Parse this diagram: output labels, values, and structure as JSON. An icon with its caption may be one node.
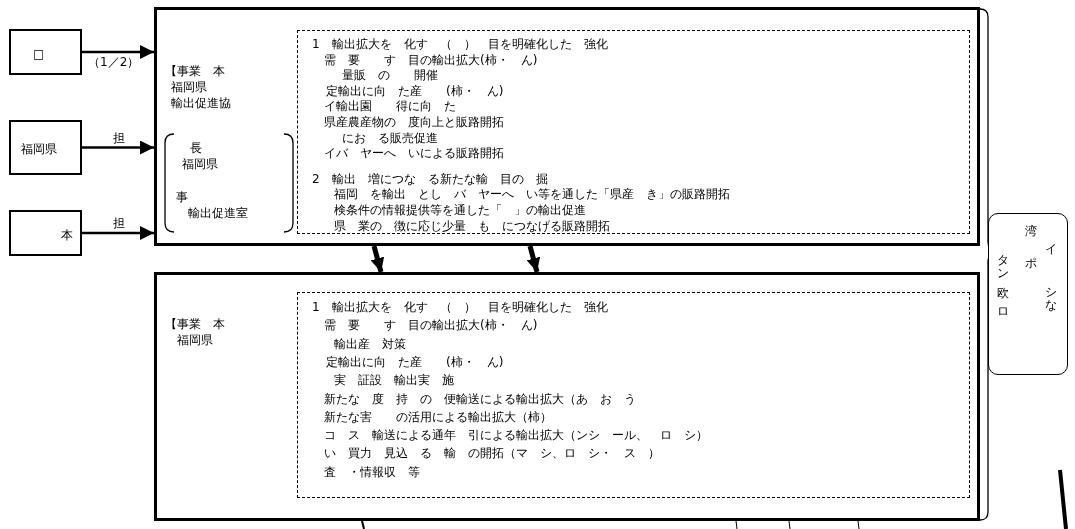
{
  "diagram": {
    "nodes": [
      {
        "text": [
          "□"
        ]
      },
      {
        "text": [
          "福岡県"
        ]
      },
      {
        "text": [
          "本"
        ]
      },
      {
        "text": [
          "【事業　本",
          "福岡県",
          "輸出促進協"
        ]
      },
      {
        "text": [
          "長",
          "福岡県",
          "事",
          "輸出促進室"
        ],
        "in": 3
      },
      {
        "text": [
          "1　輸出拡大を　化す　（　）　目を明確化した　強化",
          "需　要　　す　目の輸出拡大(柿・　ん)",
          "量販　の　　開催",
          "定輸出に向　た産　　(柿・　ん)",
          "イ輸出園　　得に向　た",
          "県産農産物の　度向上と販路開拓",
          "にお　る販売促進",
          "イバ　ヤーへ　いによる販路開拓",
          "2　輸出　増につな　る新たな輸　目の　掘",
          "福岡　を輸出　とし　バ　ヤーへ　い等を通した「県産　き」の販路開拓",
          "検条件の情報提供等を通した「　」の輸出促進",
          "県　業の　徴に応じ少量　も　につなげる販路開拓"
        ],
        "in": 3
      },
      {
        "text": [
          "【事業　本",
          "福岡県"
        ]
      },
      {
        "text": [
          "1　輸出拡大を　化す　（　）　目を明確化した　強化",
          "需　要　　す　目の輸出拡大(柿・　ん)",
          "輸出産　対策",
          "定輸出に向　た産　　(柿・　ん)",
          "実　証設　輸出実　施",
          "新たな　度　持　の　便輸送による輸出拡大（あ　お　う",
          "新たな害　　の活用による輸出拡大（柿）",
          "コ　ス　輸送による通年　引による輸出拡大（ンシ　ール、　ロ　シ）",
          "い　買力　見込　る　輸　の開拓（マ　シ、ロ　シ・　ス　）",
          "査　・情報収　等"
        ],
        "in": 6
      },
      {
        "text": [
          "湾",
          "タン",
          "ポ",
          "イ",
          "欧",
          "ロ",
          "シな"
        ]
      }
    ],
    "edges": [
      {
        "from": 0,
        "to": 3,
        "arrow": "to",
        "label": "（1／2）"
      },
      {
        "from": 1,
        "to": 3,
        "arrow": "to",
        "label": "担"
      },
      {
        "from": 2,
        "to": 3,
        "arrow": "to",
        "label": "担"
      },
      {
        "from": 3,
        "to": 6,
        "arrow": "to",
        "style": "thick"
      },
      {
        "from": 3,
        "to": 6,
        "arrow": "to",
        "style": "thick"
      }
    ]
  }
}
